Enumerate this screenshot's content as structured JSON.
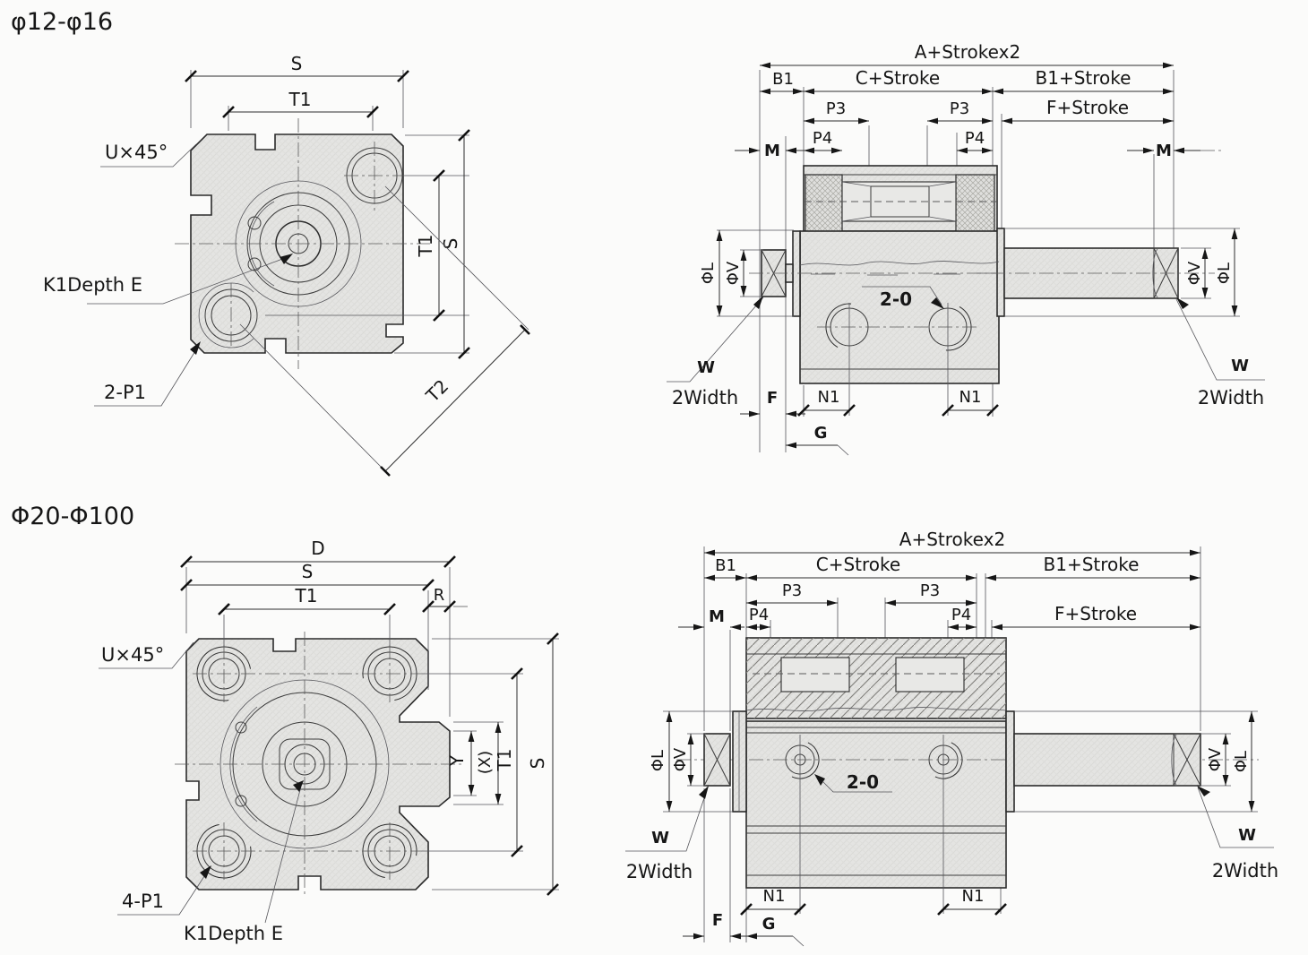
{
  "drawing": {
    "background": "#fbfbfa",
    "line_color": "#2b2b2b",
    "fill_color": "#e3e3e1"
  },
  "s1": {
    "title": "φ12-φ16",
    "front": {
      "s": "S",
      "t1": "T1",
      "u45": "U×45°",
      "k1": "K1Depth E",
      "p1": "2-P1",
      "t1_right": "T1",
      "s_right": "S",
      "t2": "T2"
    },
    "side": {
      "a": "A+Strokex2",
      "b1": "B1",
      "c": "C+Stroke",
      "b1s": "B1+Stroke",
      "p3_left": "P3",
      "p3_right": "P3",
      "f_stroke": "F+Stroke",
      "m_left": "M",
      "p4_left": "P4",
      "p4_right": "P4",
      "m_right": "M",
      "phi_l_left": "ΦL",
      "phi_v_left": "ΦV",
      "ports": "2-0",
      "w_left": "W",
      "width2_left": "2Width",
      "f": "F",
      "g": "G",
      "n1_left": "N1",
      "n1_right": "N1",
      "phi_v_right": "ΦV",
      "phi_l_right": "ΦL",
      "w_right": "W",
      "width2_right": "2Width"
    }
  },
  "s2": {
    "title": "Φ20-Φ100",
    "front": {
      "d": "D",
      "s": "S",
      "t1": "T1",
      "r": "R",
      "u45": "U×45°",
      "y": "Y",
      "x": "(X)",
      "t1_right": "T1",
      "s_right": "S",
      "p1": "4-P1",
      "k1": "K1Depth E"
    },
    "side": {
      "a": "A+Strokex2",
      "b1": "B1",
      "c": "C+Stroke",
      "b1s": "B1+Stroke",
      "p3_left": "P3",
      "p3_right": "P3",
      "m_left": "M",
      "p4_left": "P4",
      "p4_right": "P4",
      "f_stroke": "F+Stroke",
      "phi_l_left": "ΦL",
      "phi_v_left": "ΦV",
      "ports": "2-0",
      "w_left": "W",
      "width2_left": "2Width",
      "n1_left": "N1",
      "n1_right": "N1",
      "f": "F",
      "g": "G",
      "phi_v_right": "ΦV",
      "phi_l_right": "ΦL",
      "w_right": "W",
      "width2_right": "2Width"
    }
  }
}
